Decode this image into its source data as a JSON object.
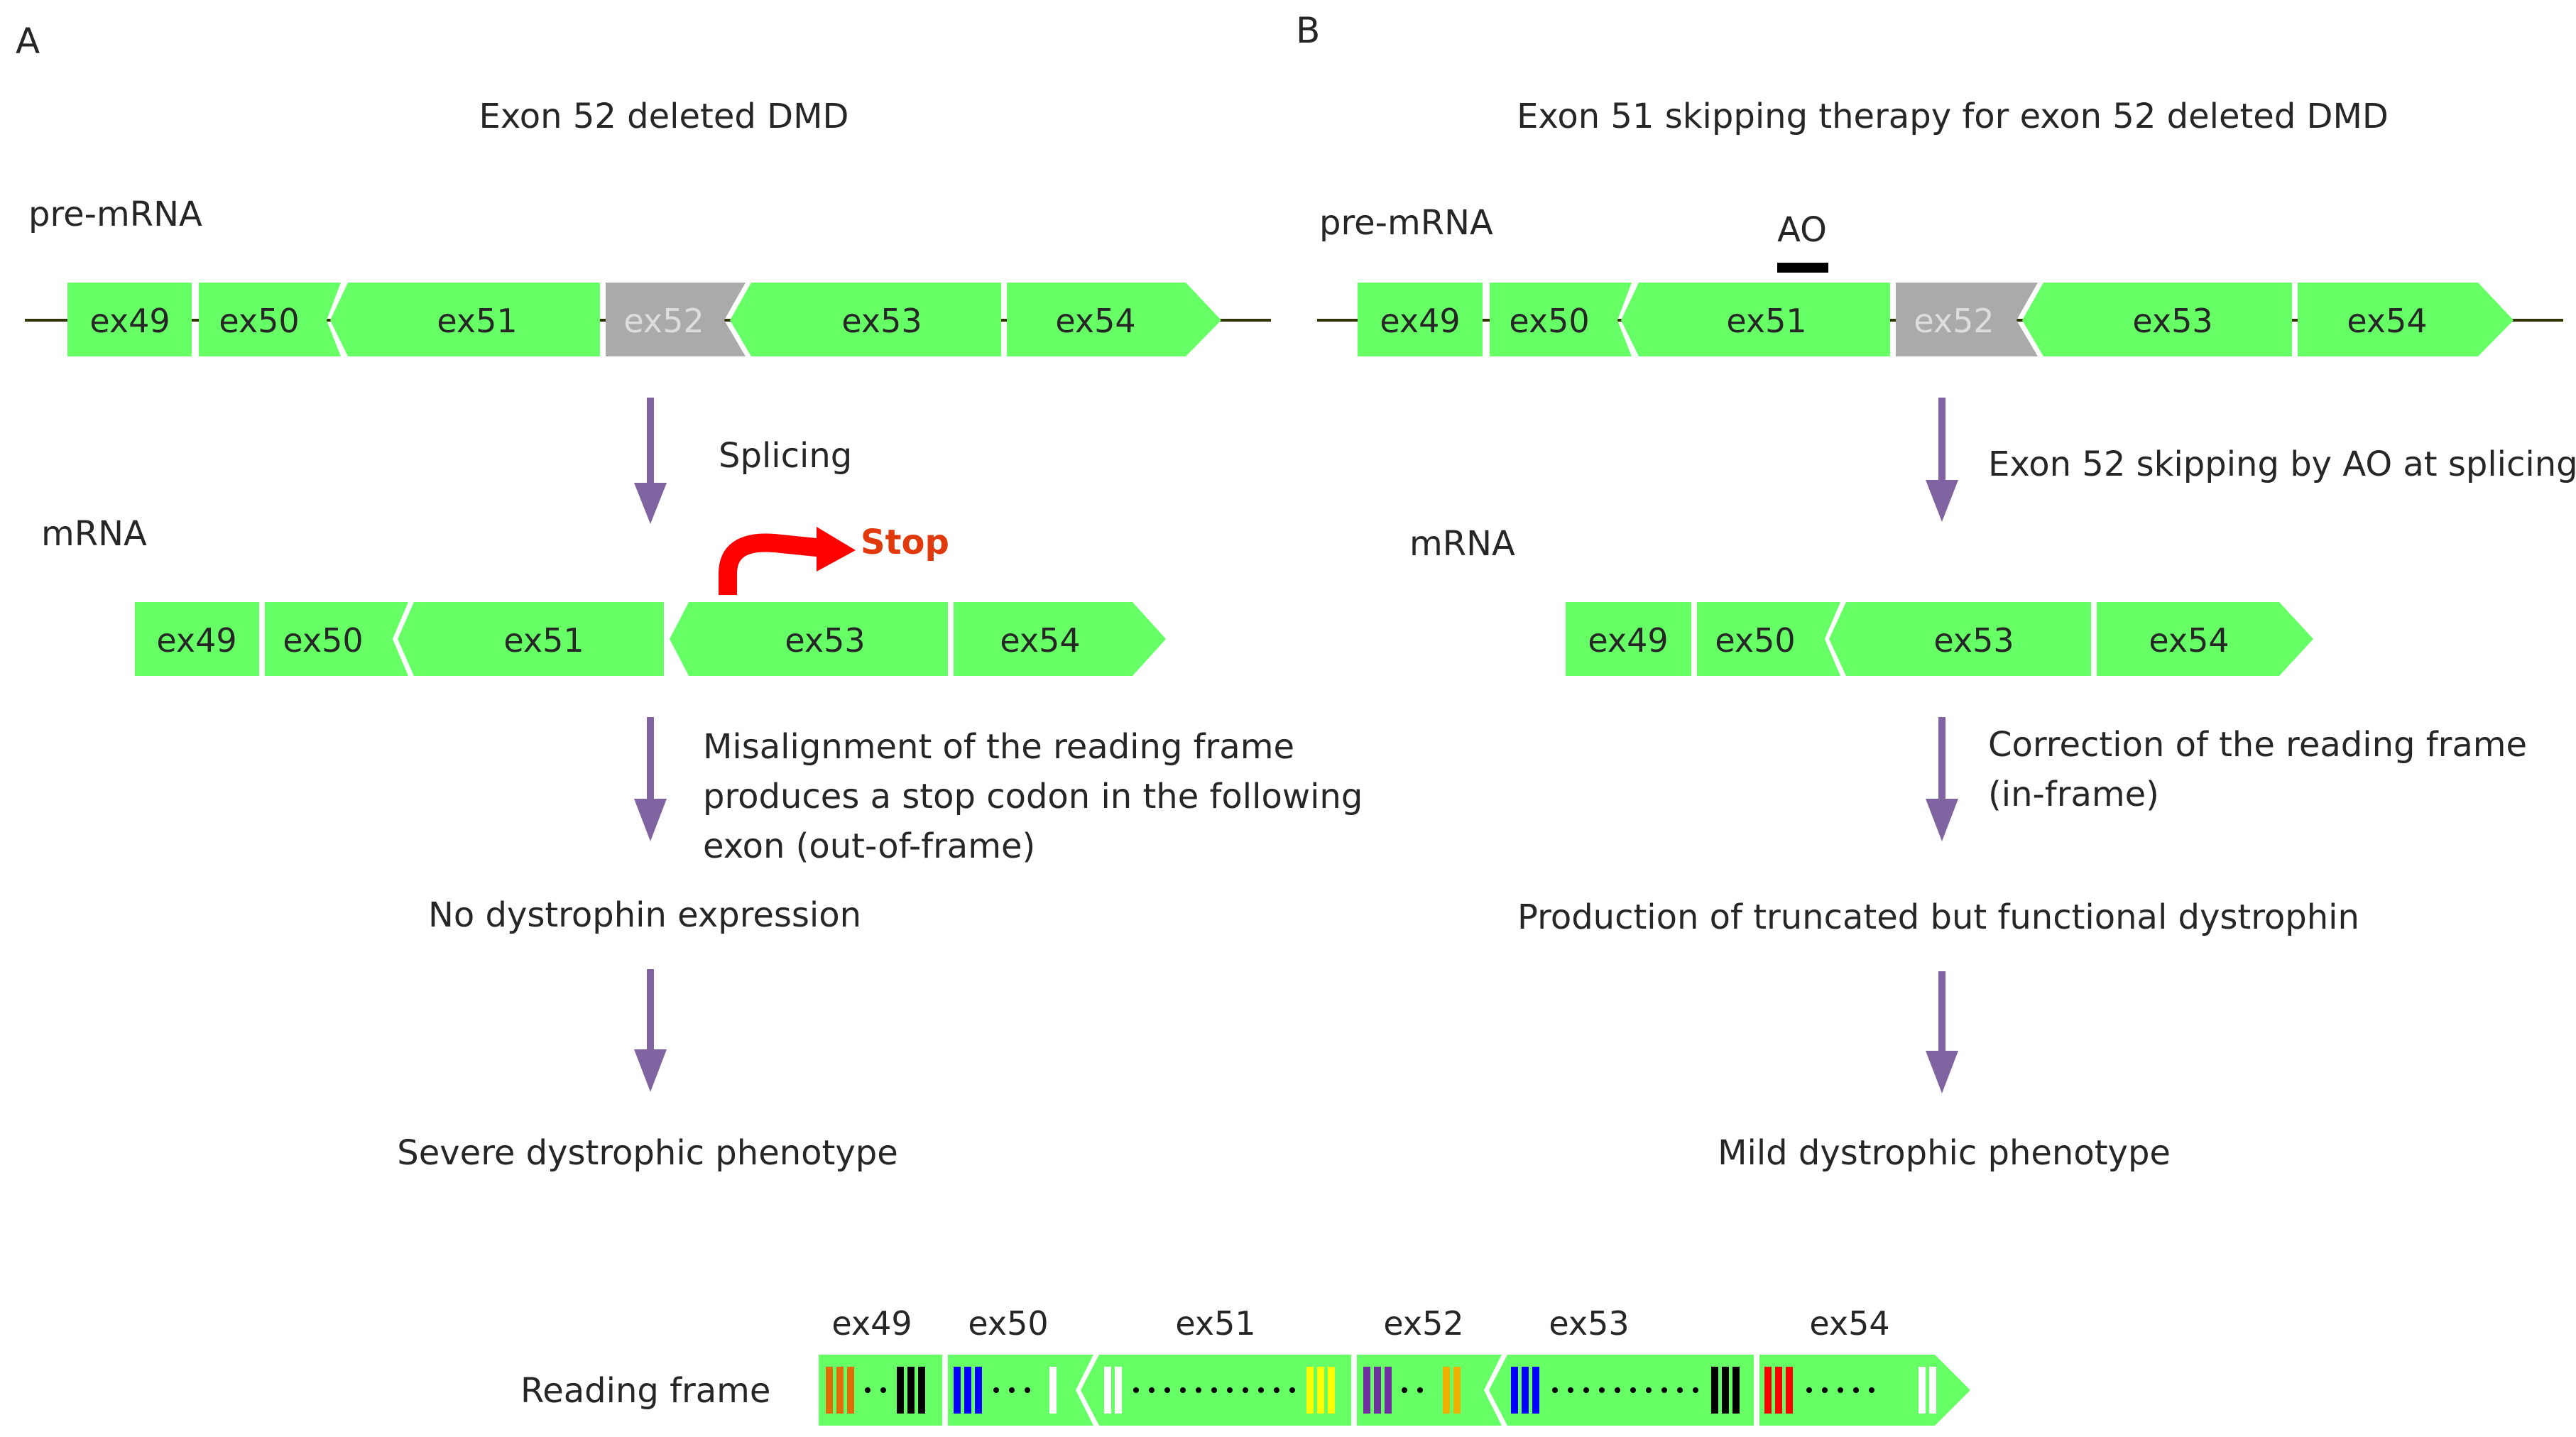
{
  "panels": {
    "a": {
      "letter": "A",
      "title": "Exon 52 deleted DMD",
      "premrna_label": "pre-mRNA",
      "premrna_exons": [
        "ex49",
        "ex50",
        "ex51",
        "ex52",
        "ex53",
        "ex54"
      ],
      "step1": "Splicing",
      "mrna_label": "mRNA",
      "stop_label": "Stop",
      "mrna_exons": [
        "ex49",
        "ex50",
        "ex51",
        "ex53",
        "ex54"
      ],
      "step2_lines": [
        "Misalignment of the reading frame",
        "produces a stop codon in the following",
        "exon (out-of-frame)"
      ],
      "result1": "No dystrophin expression",
      "result2": "Severe dystrophic phenotype"
    },
    "b": {
      "letter": "B",
      "title": "Exon 51 skipping therapy for exon 52 deleted DMD",
      "premrna_label": "pre-mRNA",
      "ao_label": "AO",
      "premrna_exons": [
        "ex49",
        "ex50",
        "ex51",
        "ex52",
        "ex53",
        "ex54"
      ],
      "step1": "Exon 52 skipping by AO at splicing",
      "mrna_label": "mRNA",
      "mrna_exons": [
        "ex49",
        "ex50",
        "ex53",
        "ex54"
      ],
      "step2_lines": [
        "Correction of the reading frame",
        "(in-frame)"
      ],
      "result1": "Production  of truncated but functional dystrophin",
      "result2": "Mild dystrophic phenotype"
    }
  },
  "reading_frame": {
    "label": "Reading frame",
    "exons": [
      "ex49",
      "ex50",
      "ex51",
      "ex52",
      "ex53",
      "ex54"
    ]
  },
  "colors": {
    "exon_green": "#66ff66",
    "deleted_exon_gray": "#aaaaaa",
    "arrow_purple": "#8064a2",
    "stop_red": "#ff0000",
    "stop_text": "#e03a0c"
  }
}
